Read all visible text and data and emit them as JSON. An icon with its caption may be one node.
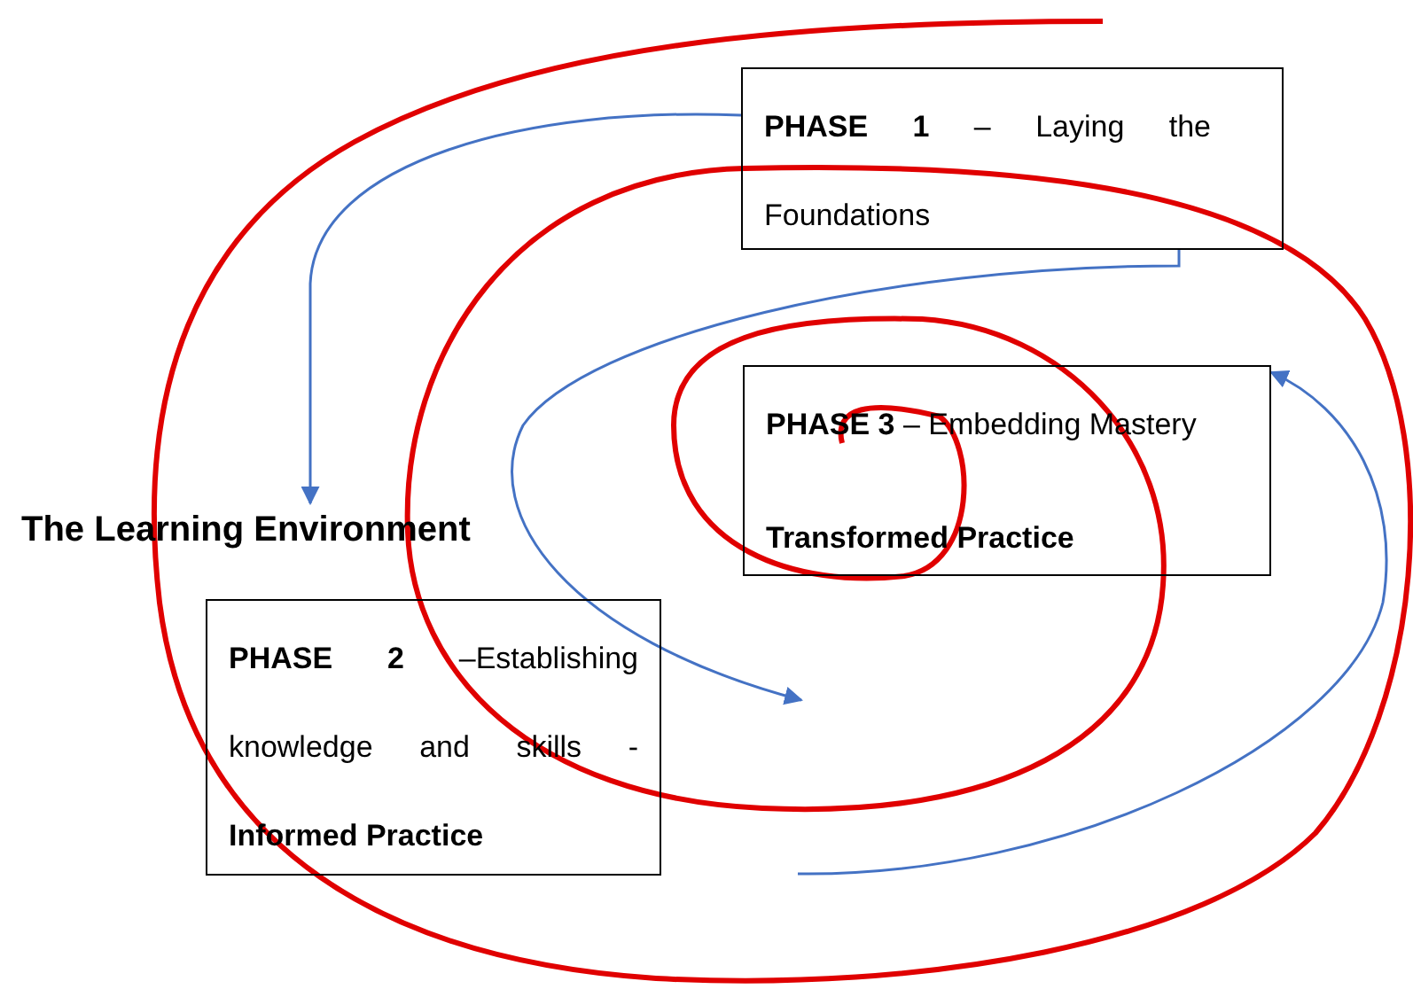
{
  "diagram": {
    "nodes": [
      {
        "text": [
          "**PHASE 1** – Laying the Foundations"
        ]
      },
      {
        "text": [
          "**PHASE 3** – Embedding Mastery",
          "Transformed Practice"
        ]
      },
      {
        "text": [
          "**PHASE 2** –Establishing knowledge and skills -",
          "Informed Practice"
        ]
      },
      {
        "text": [
          "The Learning Environment"
        ]
      }
    ],
    "edges": [
      {
        "from": 0,
        "to": 3,
        "arrow": "to"
      },
      {
        "from": 0,
        "to": null,
        "arrow": "to"
      },
      {
        "from": null,
        "to": 1,
        "arrow": "to"
      }
    ]
  }
}
